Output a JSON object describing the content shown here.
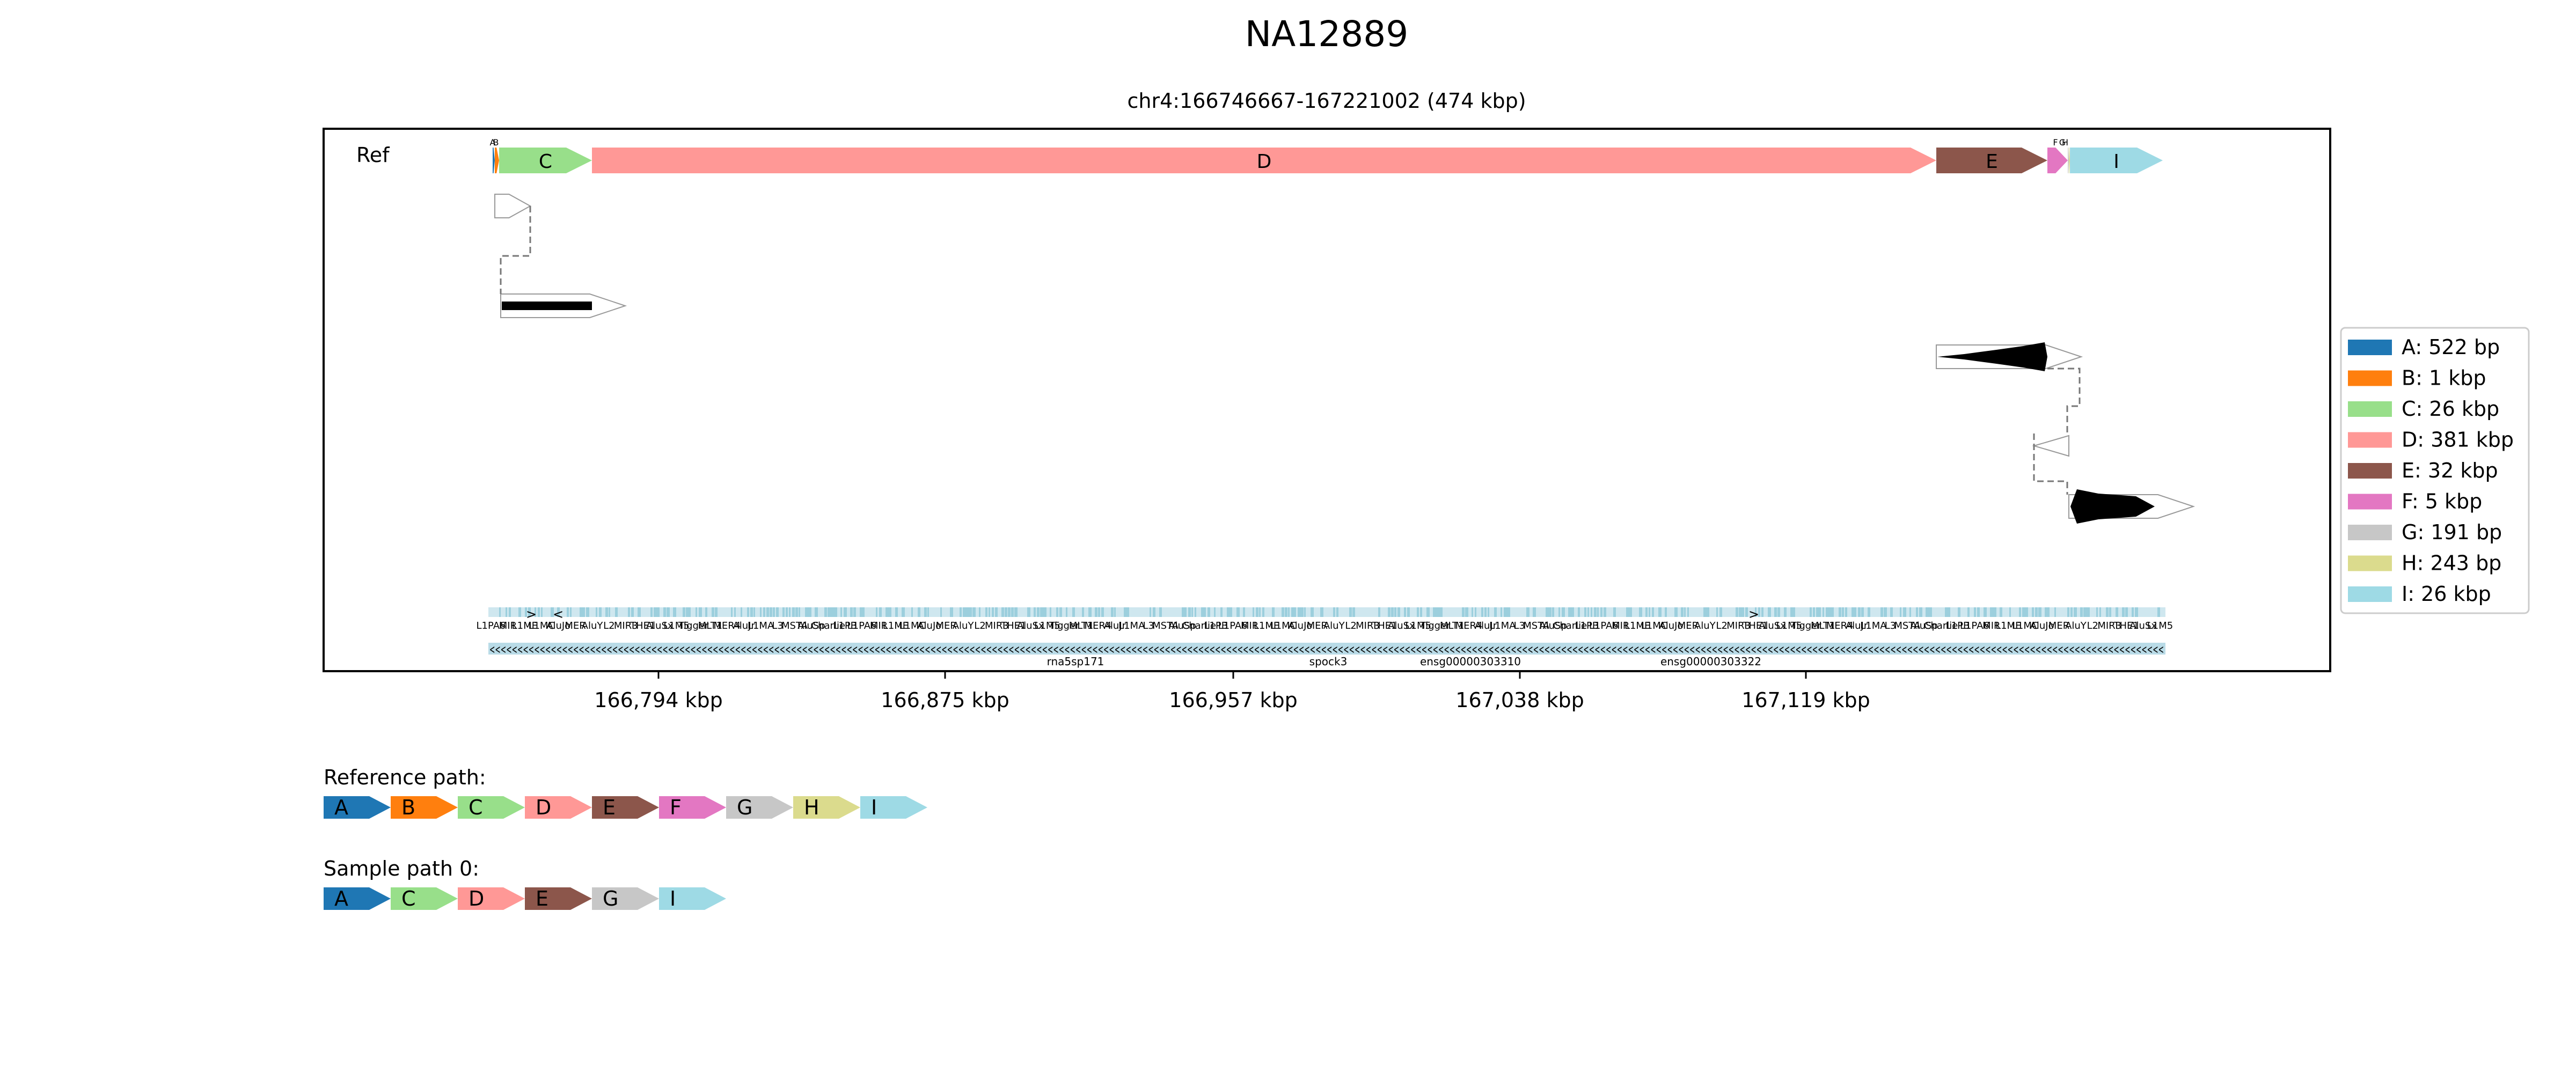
{
  "title": "NA12889",
  "region": "chr4:166746667-167221002 (474 kbp)",
  "ref_label": "Ref",
  "segments": [
    {
      "id": "A",
      "length": "522 bp",
      "color": "#1f77b4"
    },
    {
      "id": "B",
      "length": "1 kbp",
      "color": "#ff7f0e"
    },
    {
      "id": "C",
      "length": "26 kbp",
      "color": "#98df8a"
    },
    {
      "id": "D",
      "length": "381 kbp",
      "color": "#ff9896"
    },
    {
      "id": "E",
      "length": "32 kbp",
      "color": "#8c564b"
    },
    {
      "id": "F",
      "length": "5 kbp",
      "color": "#e377c2"
    },
    {
      "id": "G",
      "length": "191 bp",
      "color": "#c7c7c7"
    },
    {
      "id": "H",
      "length": "243 bp",
      "color": "#dbdb8d"
    },
    {
      "id": "I",
      "length": "26 kbp",
      "color": "#9edae5"
    }
  ],
  "legend": {
    "items": [
      "A: 522 bp",
      "B: 1 kbp",
      "C: 26 kbp",
      "D: 381 kbp",
      "E: 32 kbp",
      "F: 5 kbp",
      "G: 191 bp",
      "H: 243 bp",
      "I: 26 kbp"
    ]
  },
  "x_ticks": [
    "166,794 kbp",
    "166,875 kbp",
    "166,957 kbp",
    "167,038 kbp",
    "167,119 kbp"
  ],
  "repeat_labels": [
    "L1PA6",
    "MIR",
    "L1ME",
    "L1MC",
    "AluJo",
    "MER",
    "AluY",
    "L2",
    "MIR3",
    "THE1",
    "AluSx",
    "L1M5",
    "Tigger",
    "MLT1",
    "MER4",
    "AluJr",
    "L1MA",
    "L3",
    "MSTA",
    "AluSp",
    "Charlie",
    "L1PB"
  ],
  "gene_labels": [
    "rna5sp171",
    "spock3",
    "ensg00000303310",
    "ensg00000303322"
  ],
  "ref_path": {
    "label": "Reference path:",
    "items": [
      "A",
      "B",
      "C",
      "D",
      "E",
      "F",
      "G",
      "H",
      "I"
    ]
  },
  "sample_path": {
    "label": "Sample path 0:",
    "items": [
      "A",
      "C",
      "D",
      "E",
      "G",
      "I"
    ]
  }
}
